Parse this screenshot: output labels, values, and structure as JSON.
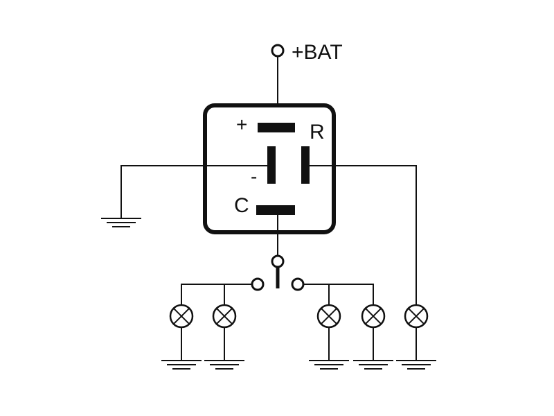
{
  "terminals": {
    "battery": "+BAT",
    "plus": "+",
    "minus": "-",
    "r": "R",
    "c": "C"
  },
  "colors": {
    "stroke": "#111111",
    "background": "#ffffff"
  }
}
